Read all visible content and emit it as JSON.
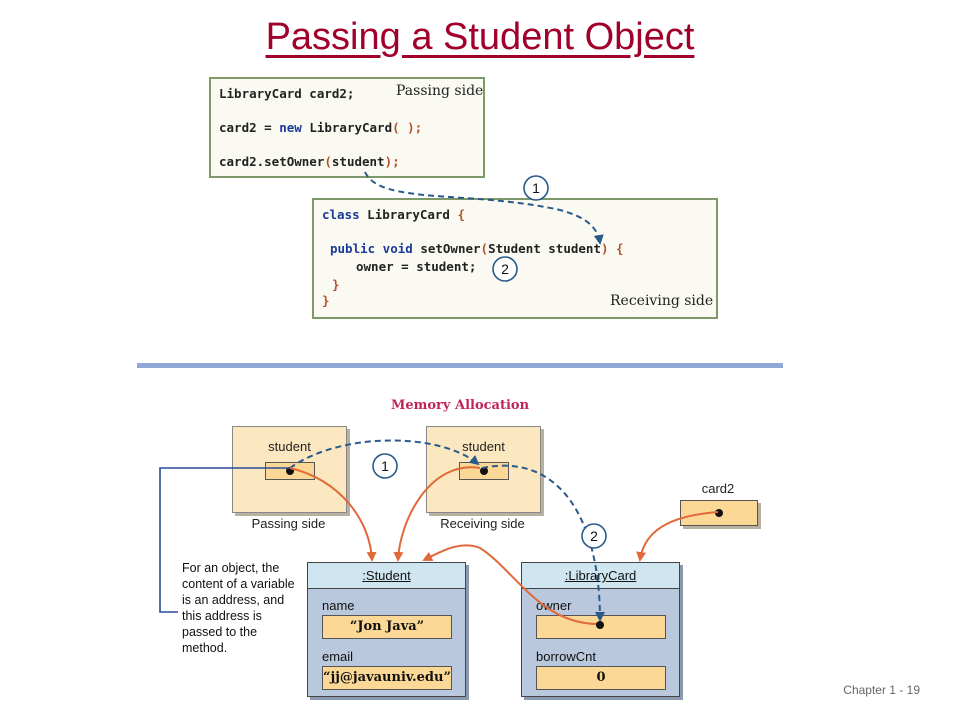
{
  "title": "Passing a Student Object",
  "passing_code": {
    "line1": "LibraryCard card2;",
    "line2_prefix": "card2 = ",
    "line2_kw": "new",
    "line2_mid": " LibraryCard",
    "line2_paren": "( );",
    "line3_prefix": "card2.setOwner",
    "line3_paren_open": "(",
    "line3_arg": "student",
    "line3_paren_close": ");",
    "side_label": "Passing side"
  },
  "receiving_code": {
    "line1_kw": "class",
    "line1_rest": " LibraryCard ",
    "line1_brace": "{",
    "line2_kw": "public void",
    "line2_mid": " setOwner",
    "line2_paren_open": "(",
    "line2_args": "Student student",
    "line2_paren_close": ")",
    "line2_brace": " {",
    "line3": "owner = student;",
    "line4": "}",
    "line5": "}",
    "side_label": "Receiving side"
  },
  "markers": {
    "one": "1",
    "two": "2"
  },
  "memory": {
    "title": "Memory Allocation",
    "passing_frame": {
      "var": "student",
      "label": "Passing side"
    },
    "receiving_frame": {
      "var": "student",
      "label": "Receiving side"
    },
    "card2_var": "card2",
    "student_obj": {
      "header": ":Student",
      "fields": [
        {
          "name": "name",
          "value": "“Jon Java”"
        },
        {
          "name": "email",
          "value": "“jj@javauniv.edu”"
        }
      ]
    },
    "librarycard_obj": {
      "header": ":LibraryCard",
      "fields": [
        {
          "name": "owner",
          "value": ""
        },
        {
          "name": "borrowCnt",
          "value": "0"
        }
      ]
    },
    "note": "For an object, the content of a variable is an address, and this address is passed to the method."
  },
  "colors": {
    "title": "#a0002a",
    "arrow_orange": "#e06a3a",
    "arrow_blue": "#2a5a8a",
    "bar": "#8fa8d8"
  },
  "footer": "Chapter 1 - 19"
}
